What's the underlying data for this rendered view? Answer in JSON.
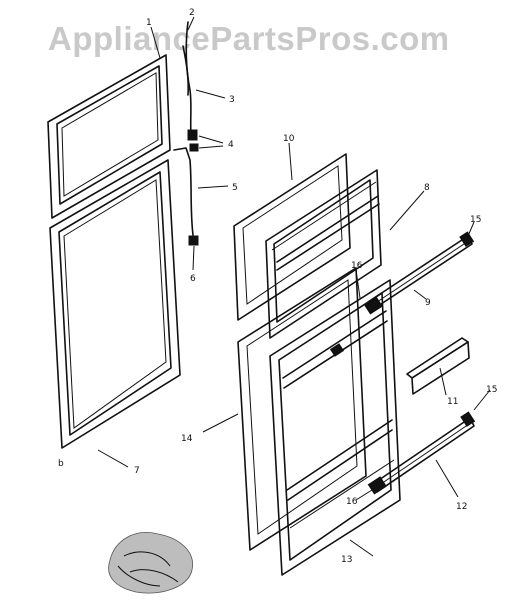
{
  "watermark": "AppliancePartsPros.com",
  "callouts": {
    "c1": "1",
    "c2": "2",
    "c3": "3",
    "c4": "4",
    "c5": "5",
    "c6": "6",
    "c7": "7",
    "c8": "8",
    "c9": "9",
    "c10": "10",
    "c11": "11",
    "c12": "12",
    "c13": "13",
    "c14": "14",
    "c15a": "15",
    "c15b": "15",
    "c16a": "16",
    "c16b": "16",
    "cb": "b"
  }
}
